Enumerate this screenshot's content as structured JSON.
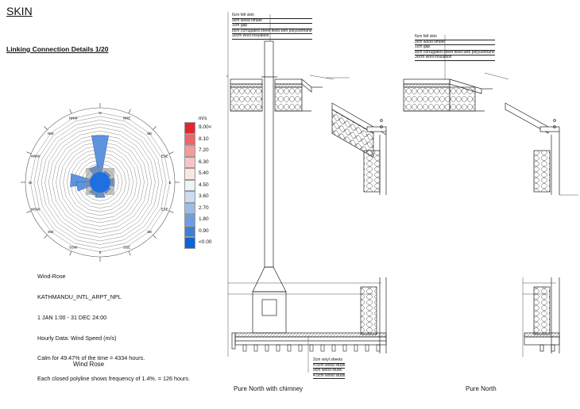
{
  "header": {
    "title": "SKIN",
    "subtitle": "Linking Connection Details 1/20"
  },
  "wind_rose": {
    "caption": "Wind Rose",
    "info_lines": [
      "Wind-Rose",
      "KATHMANDU_INTL_ARPT_NPL",
      "1 JAN 1:00 - 31 DEC 24:00",
      "Hourly Data: Wind Speed (m/s)",
      "Calm for 49.47% of the time = 4334 hours.",
      "Each closed polyline shows frequency of 1.4%. = 126 hours."
    ],
    "directions": [
      "N",
      "NNE",
      "NE",
      "ENE",
      "E",
      "ESE",
      "SE",
      "SSE",
      "S",
      "SSW",
      "SW",
      "WSW",
      "W",
      "WNW",
      "NW",
      "NNW"
    ],
    "legend": {
      "unit": "m/s",
      "labels": [
        "9.00<",
        "8.10",
        "7.20",
        "6.30",
        "5.40",
        "4.50",
        "3.60",
        "2.70",
        "1.80",
        "0.90",
        "<0.00"
      ],
      "colors": [
        "#e3262c",
        "#ee6567",
        "#f39a9b",
        "#f7c5c6",
        "#fbe6e6",
        "#eef3fb",
        "#cbdcf3",
        "#9cbce8",
        "#6d9ddd",
        "#3f7ed2",
        "#0f63d6"
      ]
    },
    "ring_count": 18
  },
  "sections": {
    "left_caption": "Pure North with chimney",
    "right_caption": "Pure North",
    "roof_layers_left": [
      "6cm felt skin",
      "9cm wood timber",
      "1cm gap",
      "8cm corrugated sheet filled with polyurethane",
      "30cm wool insulation"
    ],
    "roof_layers_right": [
      "6cm felt skin",
      "9cm wood timber",
      "1cm gap",
      "8cm corrugated sheet filled with polyurethane",
      "30cm wool insulation"
    ],
    "floor_layers": [
      "2cm vinyl sheets",
      "4.5cm wood studs",
      "9cm wood studs",
      "4.5cm wood studs"
    ]
  },
  "colors": {
    "line": "#222222",
    "rose_blue": "#1f6fe0",
    "hatch": "#555555"
  }
}
